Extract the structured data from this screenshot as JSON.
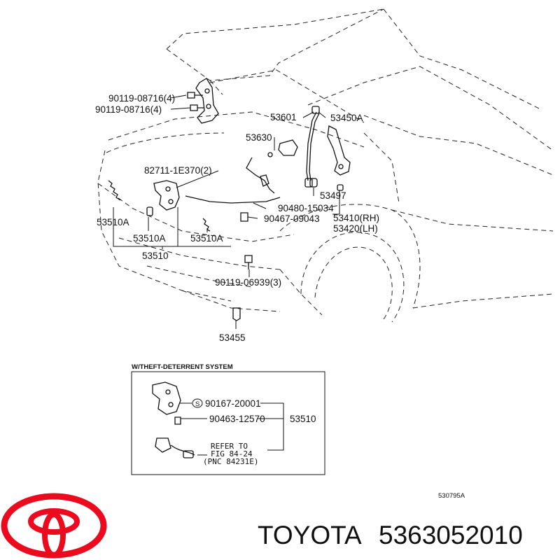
{
  "callouts": {
    "c90119_08716_a": "90119-08716(4)",
    "c90119_08716_b": "90119-08716(4)",
    "c53601": "53601",
    "c53450A": "53450A",
    "c53630": "53630",
    "c82711": "82711-1E370(2)",
    "c53497": "53497",
    "c90480": "90480-15034",
    "c53510A_left": "53510A",
    "c90467": "90467-09043",
    "c53410": "53410(RH)",
    "c53420": "53420(LH)",
    "c53510A_mid": "53510A",
    "c53510A_right": "53510A",
    "c53510": "53510",
    "c90119_06939": "90119-06939(3)",
    "c53455": "53455"
  },
  "inset": {
    "title": "W/THEFT-DETERRENT SYSTEM",
    "s_mark": "S",
    "part1": "90167-20001",
    "part2": "90463-12570",
    "assembly": "53510",
    "refer_line1": "REFER TO",
    "refer_line2": "FIG 84-24",
    "refer_line3": "(PNC 84231E)"
  },
  "figure_code": "530795A",
  "brand": {
    "logo_color": "#eb0a1e",
    "name": "TOYOTA",
    "part_number": "5363052010"
  }
}
